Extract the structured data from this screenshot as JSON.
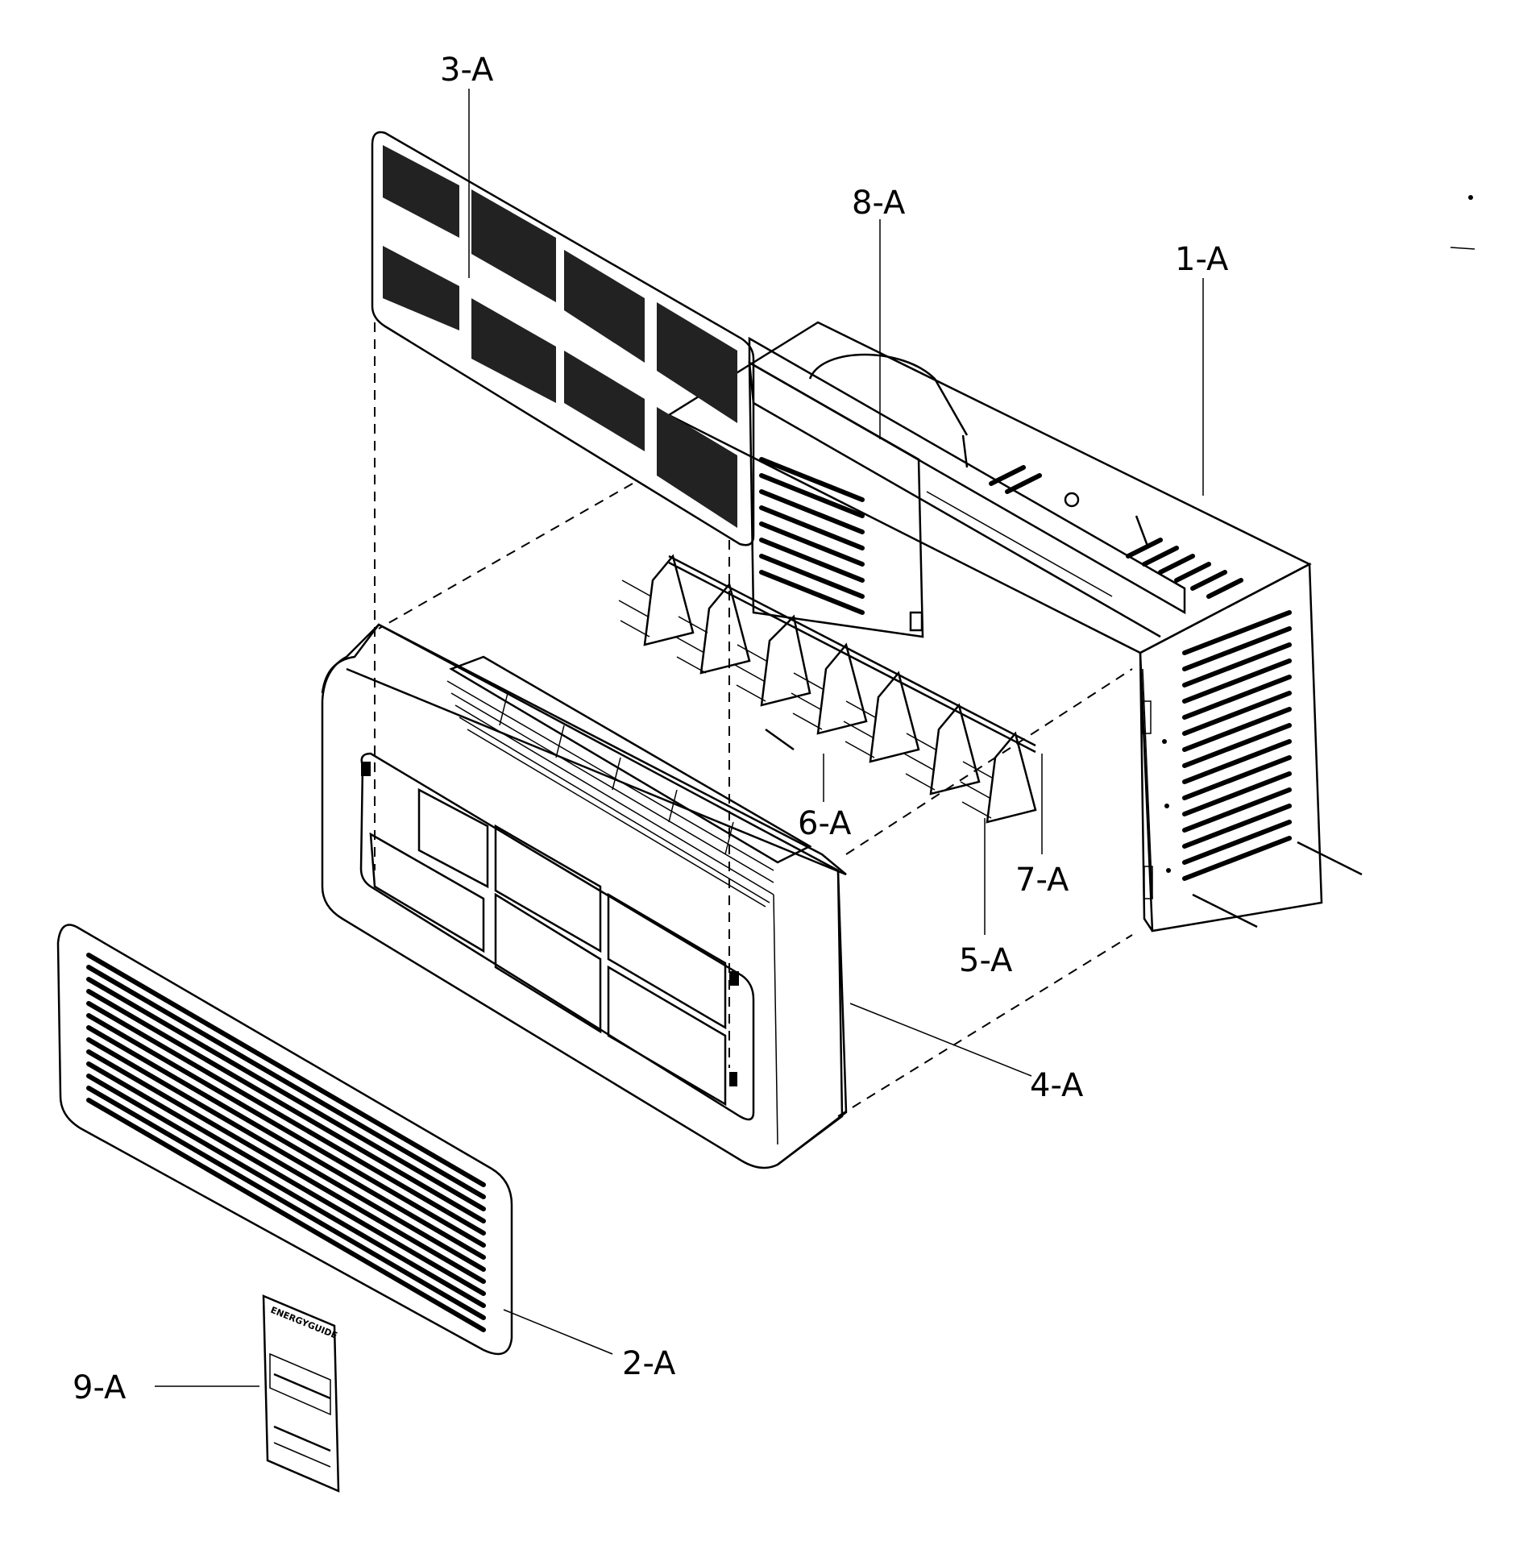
{
  "diagram": {
    "callouts": [
      {
        "id": "1-A",
        "label": "1-A"
      },
      {
        "id": "2-A",
        "label": "2-A"
      },
      {
        "id": "3-A",
        "label": "3-A"
      },
      {
        "id": "4-A",
        "label": "4-A"
      },
      {
        "id": "5-A",
        "label": "5-A"
      },
      {
        "id": "6-A",
        "label": "6-A"
      },
      {
        "id": "7-A",
        "label": "7-A"
      },
      {
        "id": "8-A",
        "label": "8-A"
      },
      {
        "id": "9-A",
        "label": "9-A"
      }
    ],
    "energy_label_text": "ENERGYGUIDE"
  }
}
